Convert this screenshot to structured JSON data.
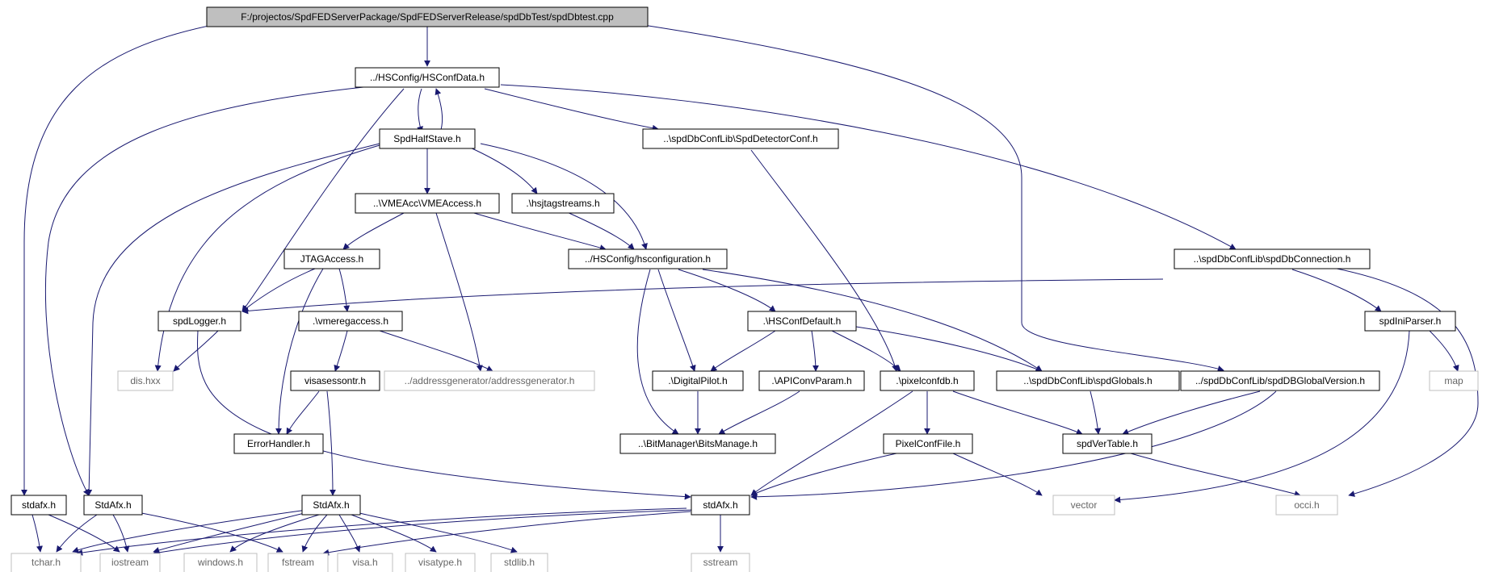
{
  "colors": {
    "edge": "#191970",
    "root_fill": "#bfbfbf",
    "node_border": "#000000",
    "external_border": "#bfbfbf"
  },
  "nodes": {
    "root": "F:/projectos/SpdFEDServerPackage/SpdFEDServerRelease/spdDbTest/spdDbtest.cpp",
    "hsconfdata": "../HSConfig/HSConfData.h",
    "spdhalfstave": "SpdHalfStave.h",
    "spddetectorconf": "..\\spdDbConfLib\\SpdDetectorConf.h",
    "vmeaccess": "..\\VMEAcc\\VMEAccess.h",
    "hsjtagstreams": ".\\hsjtagstreams.h",
    "jtagaccess": "JTAGAccess.h",
    "hsconfiguration": "../HSConfig/hsconfiguration.h",
    "spddbconnection": "..\\spdDbConfLib\\spdDbConnection.h",
    "spdlogger": "spdLogger.h",
    "vmeregaccess": ".\\vmeregaccess.h",
    "hsconfdefault": ".\\HSConfDefault.h",
    "spdiniparser": "spdIniParser.h",
    "dishxx": "dis.hxx",
    "visasessontr": "visasessontr.h",
    "addressgenerator": "../addressgenerator/addressgenerator.h",
    "digitalpilot": ".\\DigitalPilot.h",
    "apiconvparam": ".\\APIConvParam.h",
    "pixelconfdb": ".\\pixelconfdb.h",
    "spdglobals": "..\\spdDbConfLib\\spdGlobals.h",
    "spddbglobalversion": "../spdDbConfLib/spdDBGlobalVersion.h",
    "map": "map",
    "errorhandler": "ErrorHandler.h",
    "bitsmanage": "..\\BitManager\\BitsManage.h",
    "pixelconffile": "PixelConfFile.h",
    "spdvertable": "spdVerTable.h",
    "stdafx_lower": "stdafx.h",
    "stdafx_left": "StdAfx.h",
    "stdafx_mid": "StdAfx.h",
    "stdafx_center": "stdAfx.h",
    "vector": "vector",
    "occi": "occi.h",
    "tchar": "tchar.h",
    "iostream": "iostream",
    "windows": "windows.h",
    "fstream": "fstream",
    "visa": "visa.h",
    "visatype": "visatype.h",
    "stdlib": "stdlib.h",
    "sstream": "sstream"
  }
}
